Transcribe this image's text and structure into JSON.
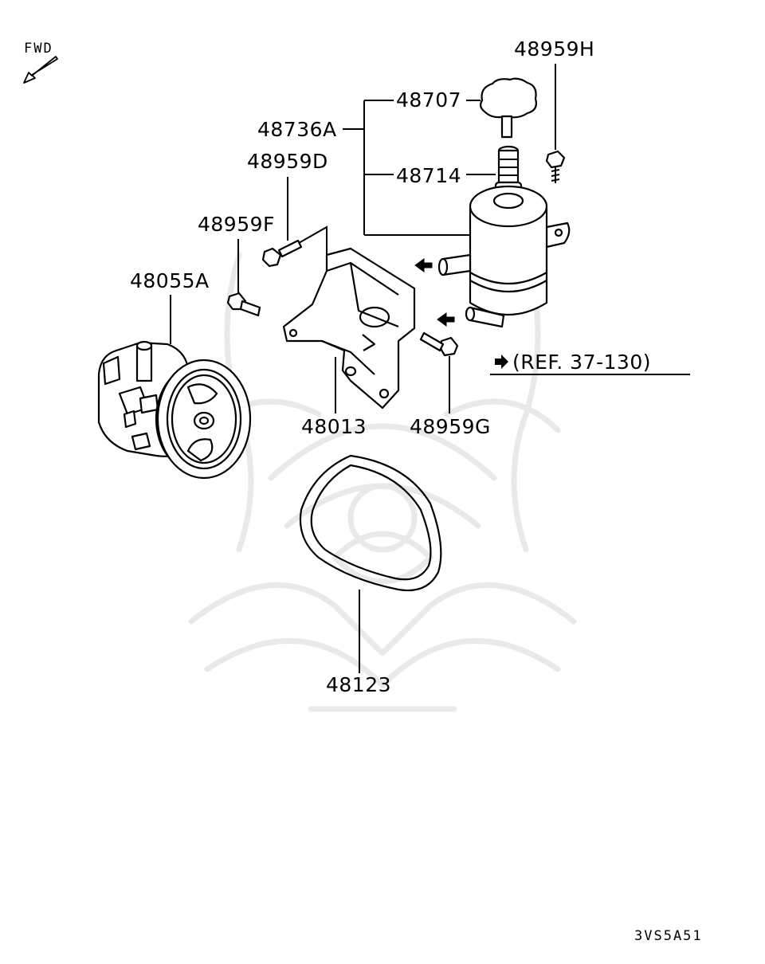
{
  "fwd_label": "FWD",
  "ref_label": "(REF. 37-130)",
  "diagram_code": "3VS5A51",
  "parts": {
    "p48959H": "48959H",
    "p48707": "48707",
    "p48736A": "48736A",
    "p48714": "48714",
    "p48959D": "48959D",
    "p48959F": "48959F",
    "p48055A": "48055A",
    "p48013": "48013",
    "p48959G": "48959G",
    "p48123": "48123"
  }
}
